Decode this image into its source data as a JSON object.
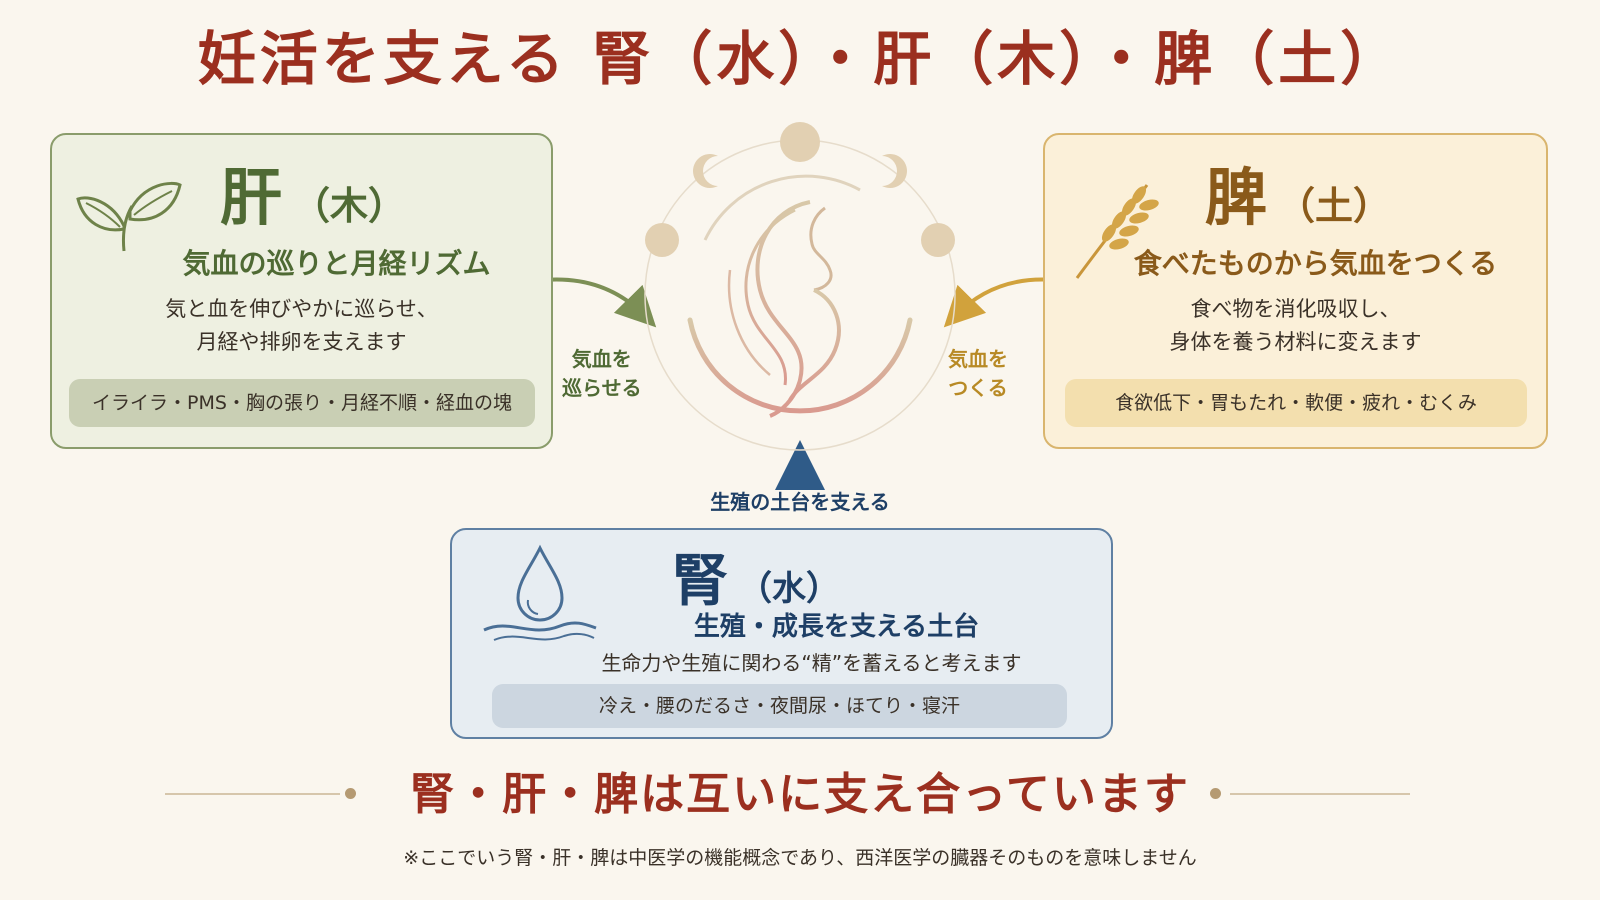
{
  "title": "妊活を支える 腎（水）・肝（木）・脾（土）",
  "liver": {
    "name": "肝",
    "element": "（木）",
    "subtitle": "気血の巡りと月経リズム",
    "description": [
      "気と血を伸びやかに巡らせ、",
      "月経や排卵を支えます"
    ],
    "symptoms": "イライラ・PMS・胸の張り・月経不順・経血の塊",
    "icon": "leaf-icon",
    "color": "#4f6a34"
  },
  "spleen": {
    "name": "脾",
    "element": "（土）",
    "subtitle": "食べたものから気血をつくる",
    "description": [
      "食べ物を消化吸収し、",
      "身体を養う材料に変えます"
    ],
    "symptoms": "食欲低下・胃もたれ・軟便・疲れ・むくみ",
    "icon": "wheat-icon",
    "color": "#8a5a1a"
  },
  "kidney": {
    "name": "腎",
    "element": "（水）",
    "subtitle": "生殖・成長を支える土台",
    "description": "生命力や生殖に関わる“精”を蓄えると考えます",
    "symptoms": "冷え・腰のだるさ・夜間尿・ほてり・寝汗",
    "icon": "water-drop-icon",
    "color": "#1e3f66"
  },
  "flows": {
    "liver": [
      "気血を",
      "巡らせる"
    ],
    "spleen": [
      "気血を",
      "つくる"
    ],
    "kidney": "生殖の土台を支える"
  },
  "center_figure_icon": "woman-silhouette-icon",
  "bottom_message": "腎・肝・脾は互いに支え合っています",
  "footnote": "※ここでいう腎・肝・脾は中医学の機能概念であり、西洋医学の臓器そのものを意味しません",
  "colors": {
    "title": "#9b2f1f",
    "liver_border": "#8a9c6b",
    "spleen_border": "#d9b56e",
    "kidney_border": "#5f80a3",
    "background": "#faf6ee"
  }
}
